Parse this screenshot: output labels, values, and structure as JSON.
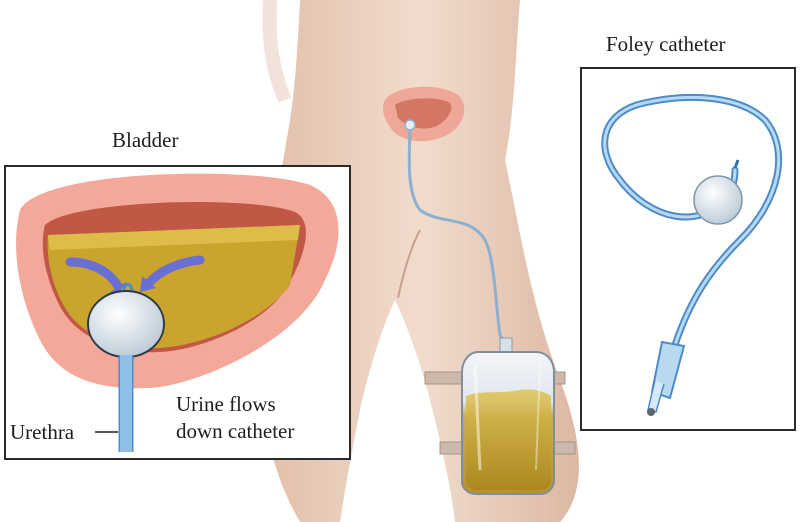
{
  "labels": {
    "foley_catheter": "Foley catheter",
    "bladder": "Bladder",
    "urethra": "Urethra",
    "urine_flows_line1": "Urine flows",
    "urine_flows_line2": "down catheter"
  },
  "colors": {
    "skin": "#ecd1bf",
    "skin_shadow": "#d8b49e",
    "bladder_wall": "#f2a596",
    "bladder_inner": "#bf5a46",
    "urine": "#c9a52d",
    "catheter": "#8fbfe6",
    "catheter_dark": "#4d8cc9",
    "arrow": "#6a6fd4",
    "balloon": "#dfe8ef",
    "bag": "#e8edf2"
  }
}
